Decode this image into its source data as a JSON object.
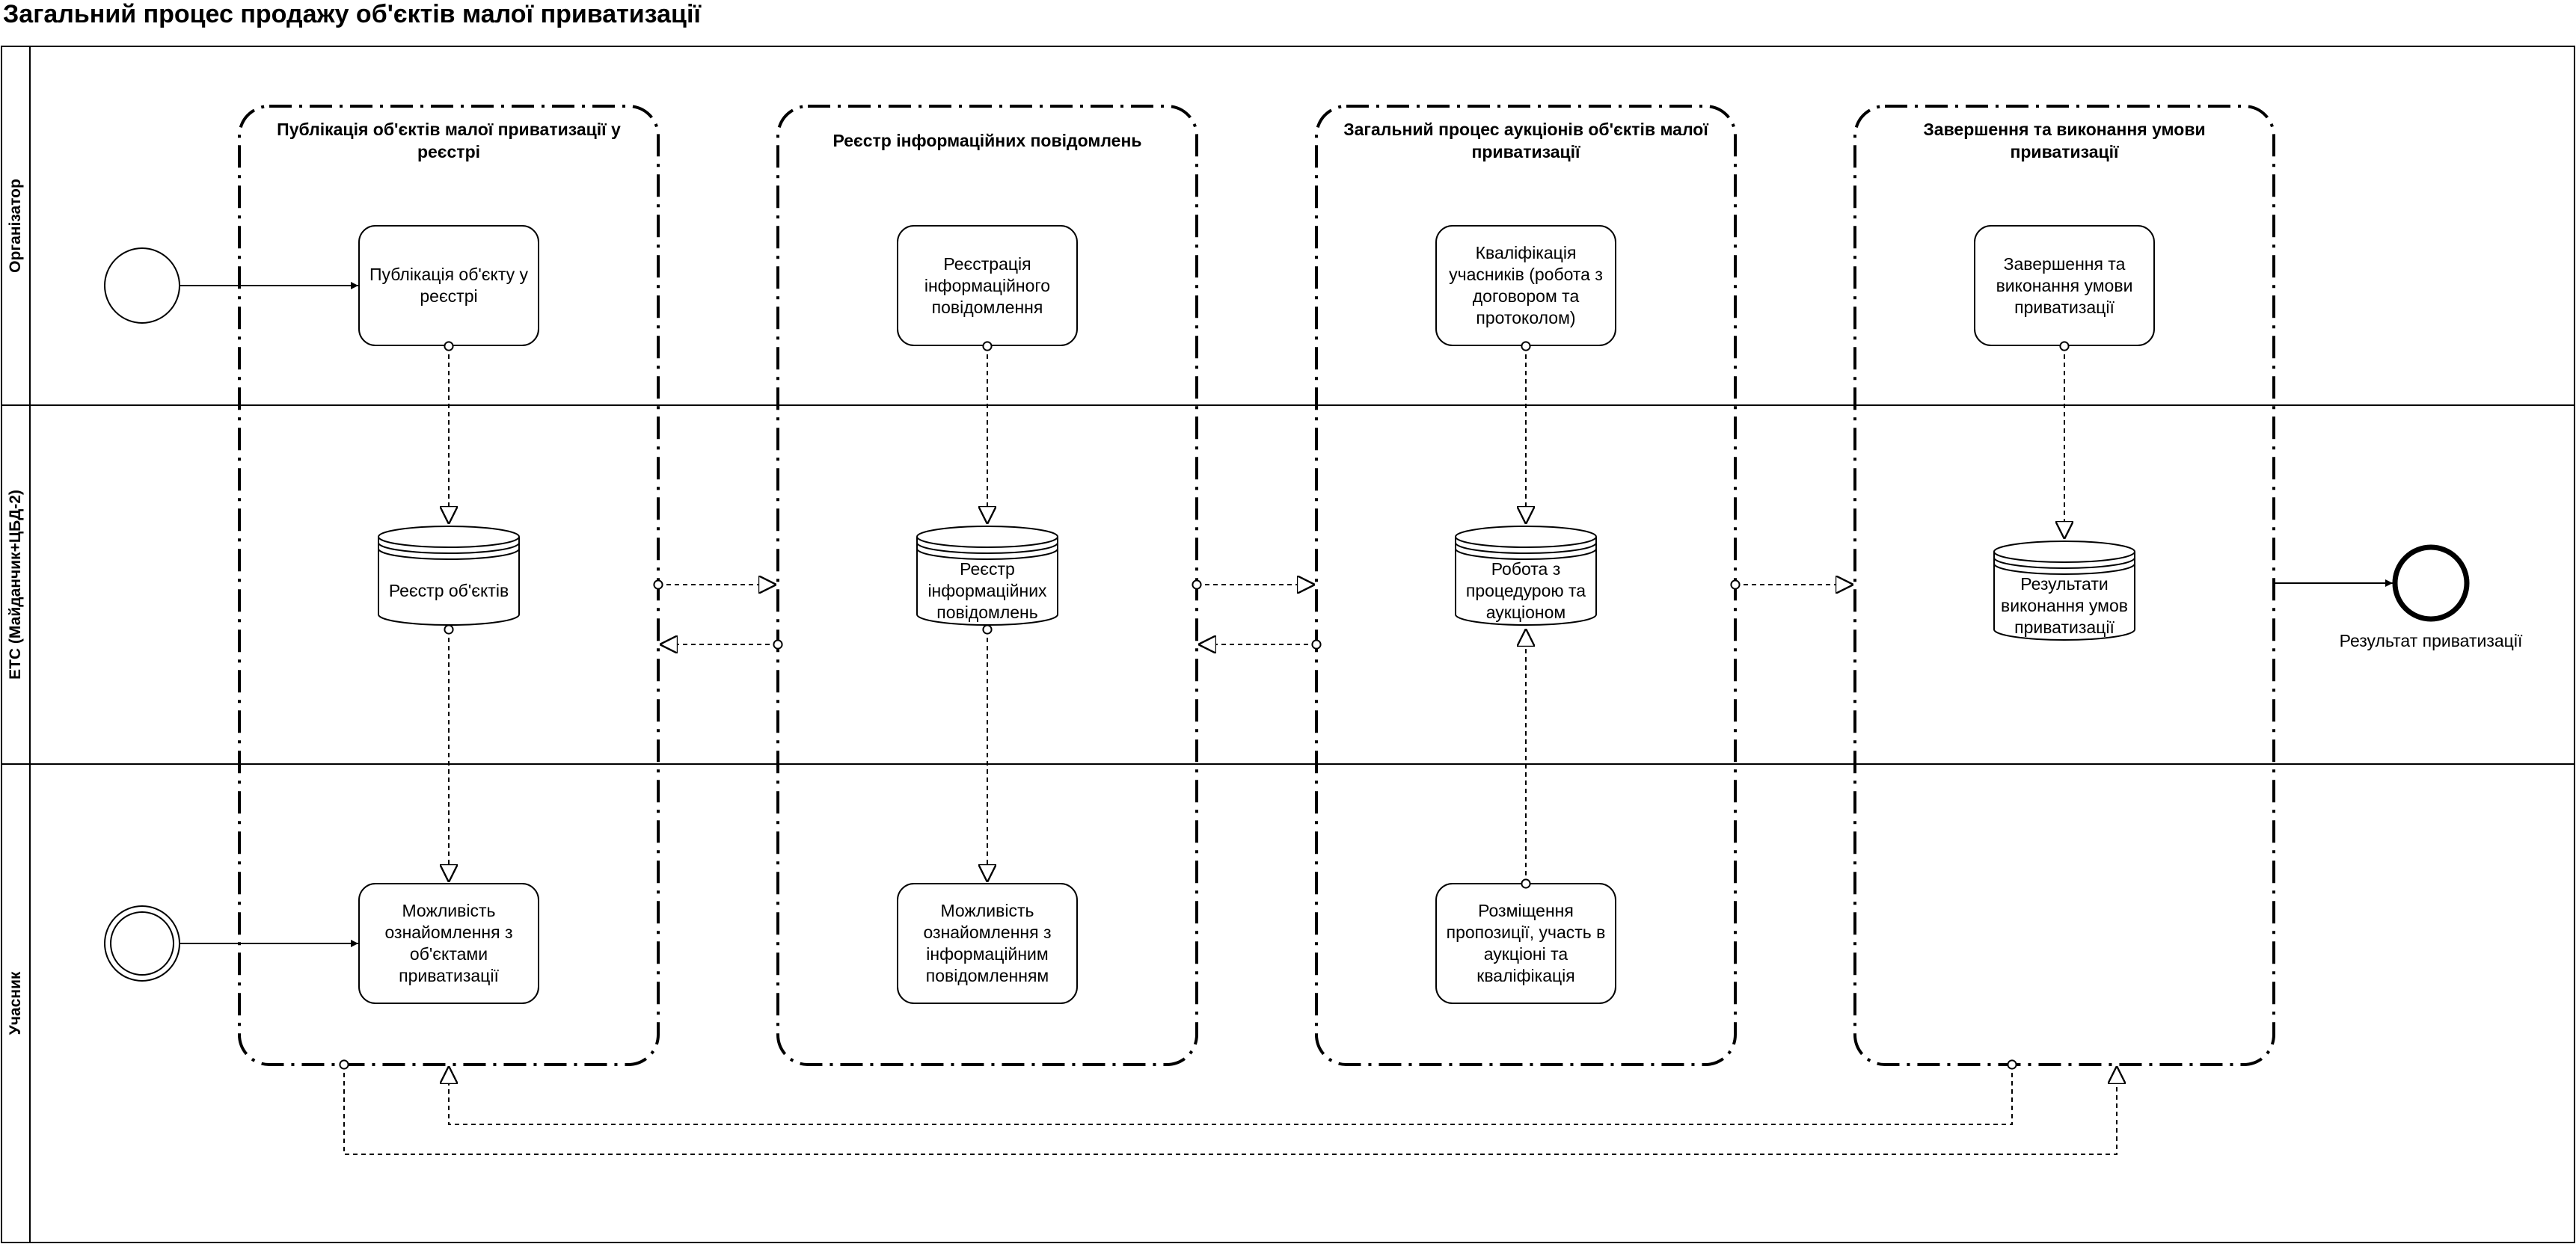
{
  "title": "Загальний процес продажу об'єктів малої приватизації",
  "lanes": [
    {
      "label": "Організатор"
    },
    {
      "label": "ЕТС (Майданчик+ЦБД-2)"
    },
    {
      "label": "Учасник"
    }
  ],
  "groups": [
    {
      "label": "Публікація об'єктів малої приватизації у реєстрі"
    },
    {
      "label": "Реєстр інформаційних повідомлень"
    },
    {
      "label": "Загальний процес аукціонів об'єктів малої приватизації"
    },
    {
      "label": "Завершення та виконання умови приватизації"
    }
  ],
  "tasks": [
    {
      "label": "Публікація об'єкту у реєстрі"
    },
    {
      "label": "Реєстрація інформаційного повідомлення"
    },
    {
      "label": "Кваліфікація учасників (робота з договором та протоколом)"
    },
    {
      "label": "Завершення та виконання умови приватизації"
    },
    {
      "label": "Можливість ознайомлення з об'єктами приватизації"
    },
    {
      "label": "Можливість ознайомлення з інформаційним повідомленням"
    },
    {
      "label": "Розміщення пропозиції, участь в аукціоні та кваліфікація"
    }
  ],
  "data_stores": [
    {
      "label": "Реєстр об'єктів"
    },
    {
      "label": "Реєстр інформаційних повідомлень"
    },
    {
      "label": "Робота з процедурою та аукціоном"
    },
    {
      "label": "Результати виконання умов приватизації"
    }
  ],
  "end_event": {
    "label": "Результат приватизації"
  }
}
